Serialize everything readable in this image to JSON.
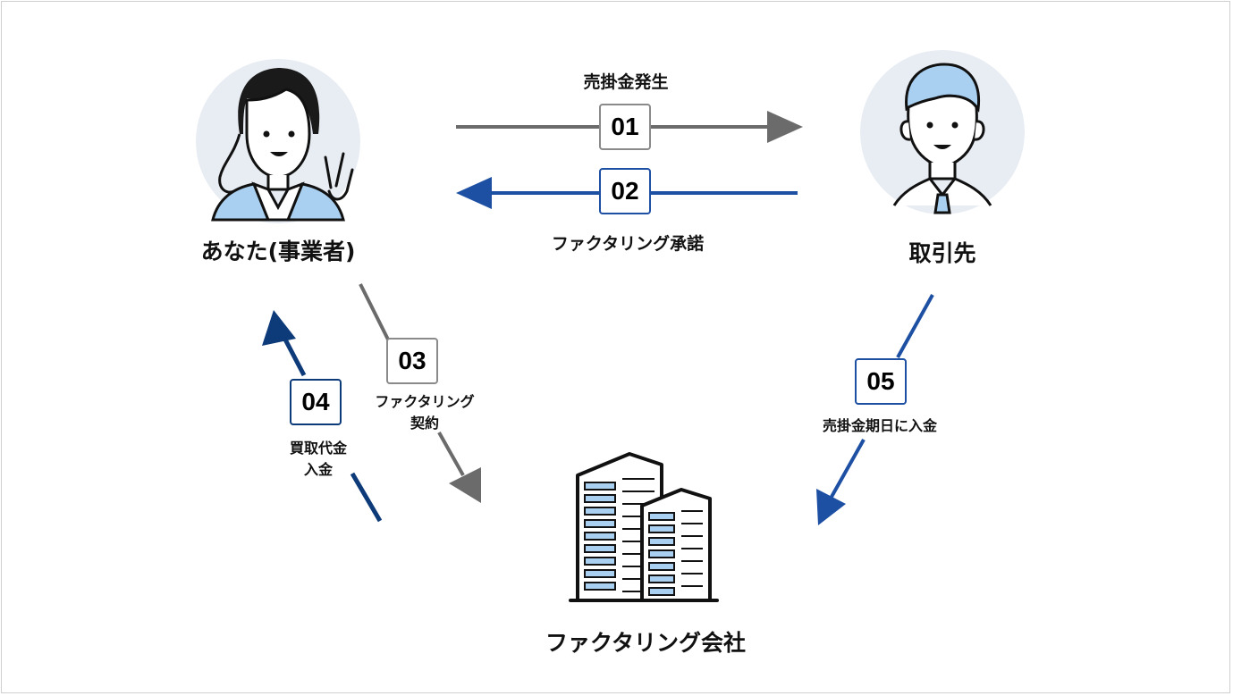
{
  "nodes": {
    "you": "あなた(事業者)",
    "client": "取引先",
    "factoring_company": "ファクタリング会社"
  },
  "steps": [
    {
      "number": "01",
      "label": "売掛金発生"
    },
    {
      "number": "02",
      "label": "ファクタリング承諾"
    },
    {
      "number": "03",
      "label_lines": [
        "ファクタリング",
        "契約"
      ]
    },
    {
      "number": "04",
      "label_lines": [
        "買取代金",
        "入金"
      ]
    },
    {
      "number": "05",
      "label": "売掛金期日に入金"
    }
  ],
  "colors": {
    "gray_arrow": "#6b6b6b",
    "blue_arrow": "#1d4fa3",
    "navy_arrow": "#0d3a78",
    "avatar_bg": "#e8edf3",
    "building_light": "#a9d0f0"
  },
  "icons": [
    "businesswoman-icon",
    "businessman-icon",
    "office-building-icon"
  ]
}
